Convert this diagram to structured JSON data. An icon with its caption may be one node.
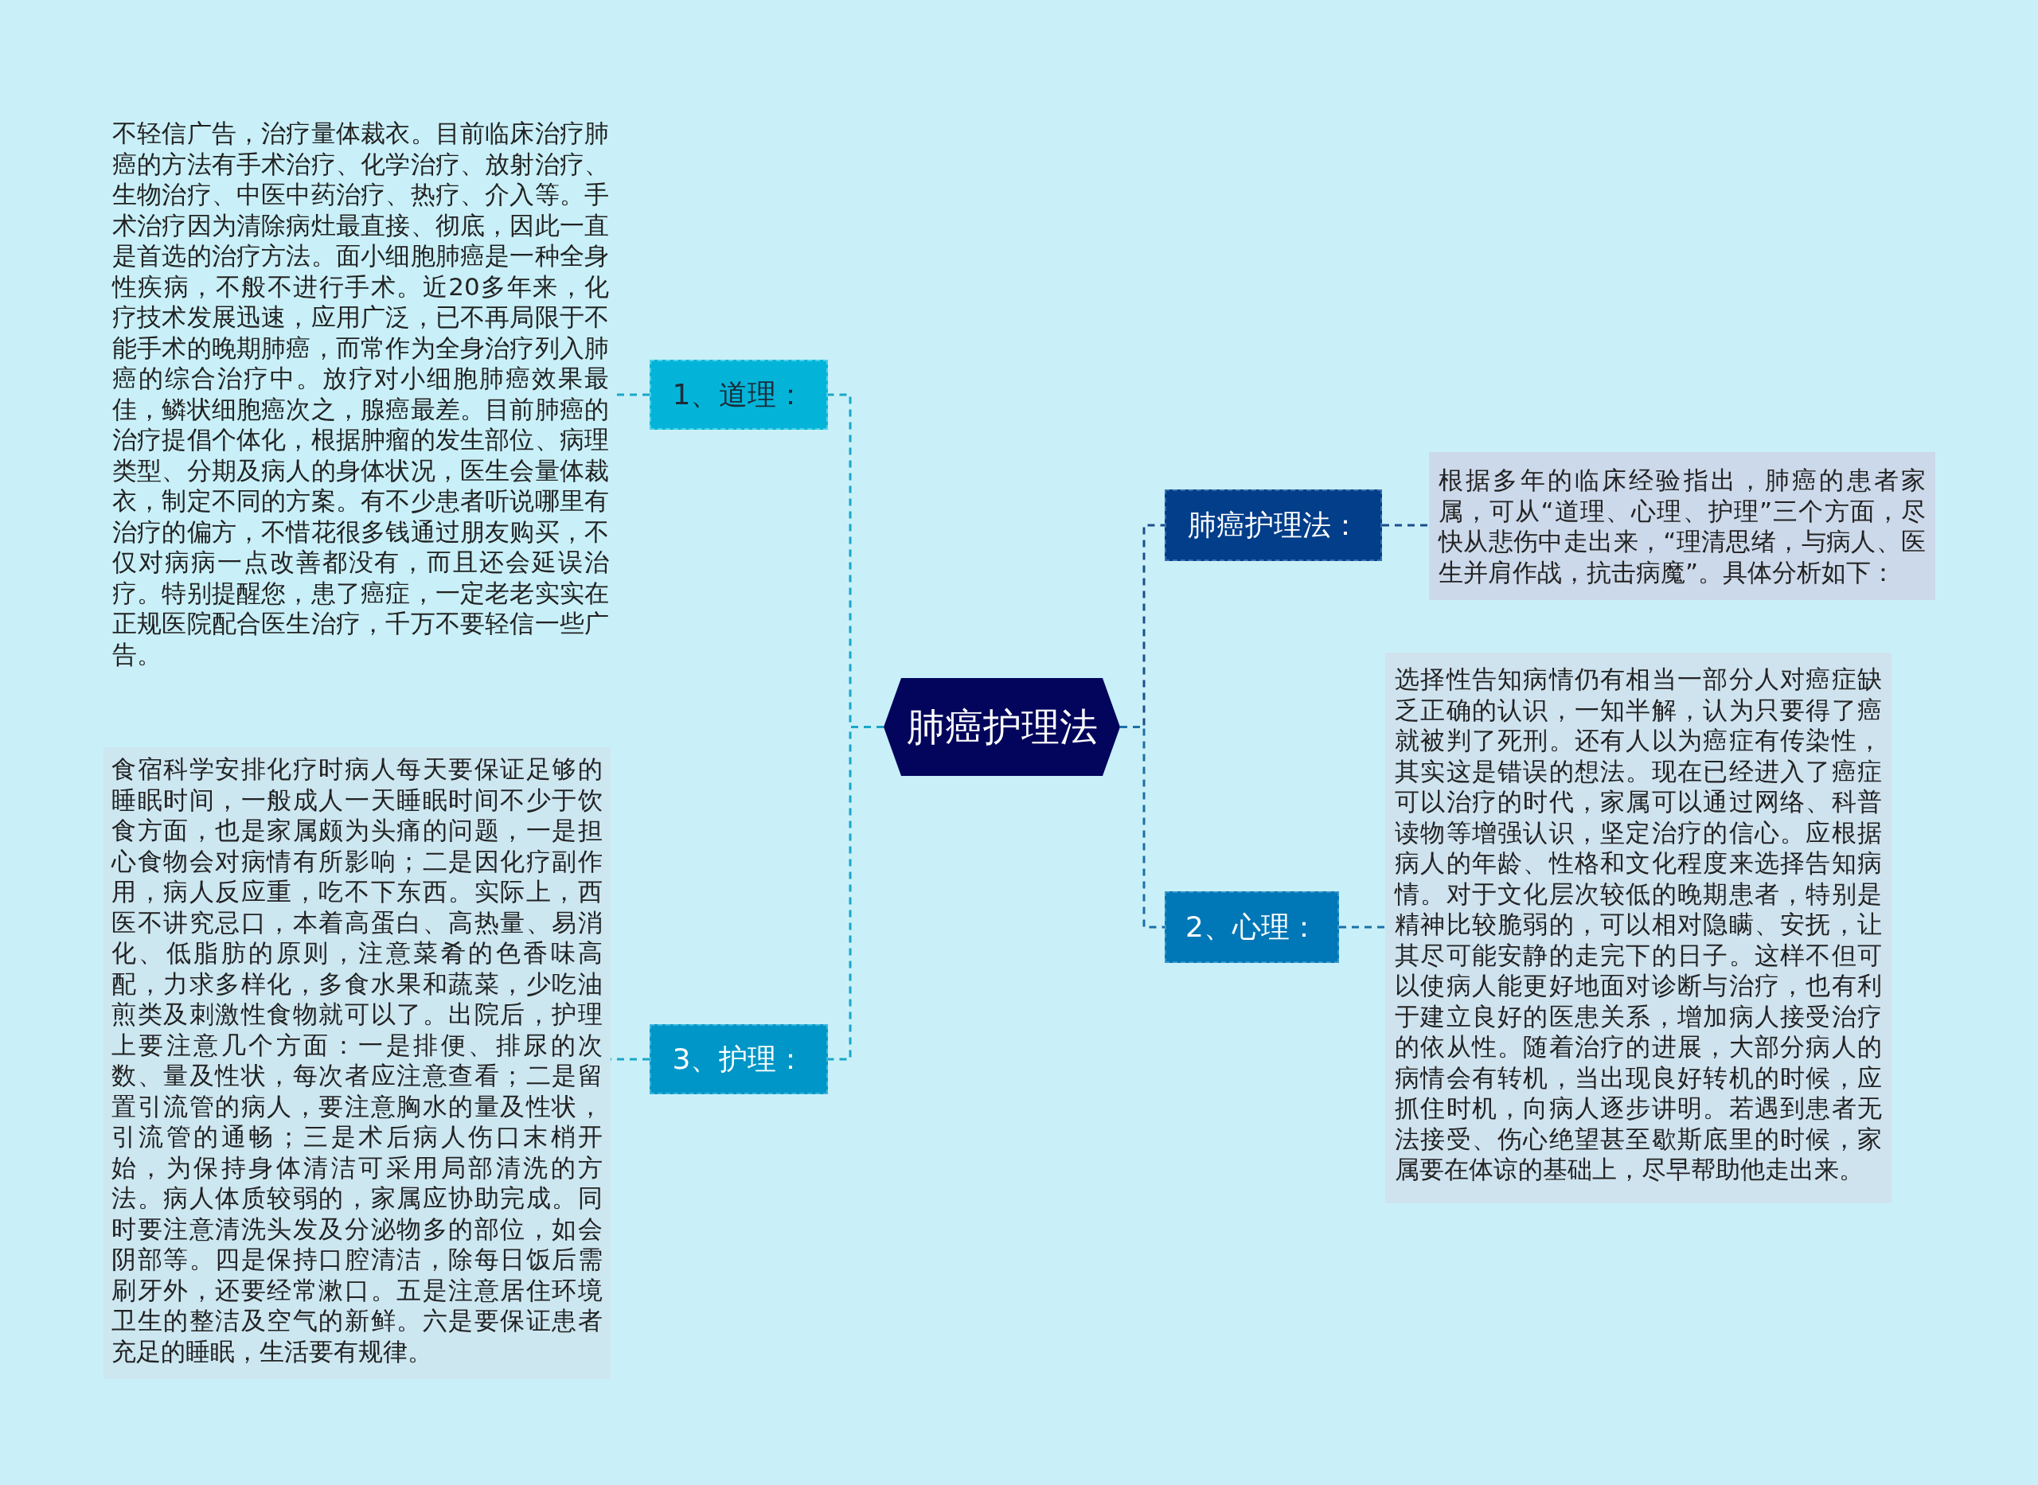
{
  "diagram": {
    "nodes": [
      {
        "text": [
          "肺癌护理法"
        ]
      },
      {
        "text": [
          "1、道理："
        ]
      },
      {
        "text": [
          "不轻信广告，治疗量体裁衣。目前临床治疗肺癌的方法有手术治疗、化学治疗、放射治疗、生物治疗、中医中药治疗、热疗、介入等。手术治疗因为清除病灶最直接、彻底，因此一直是首选的治疗方法。面小细胞肺癌是一种全身性疾病，不般不进行手术。近20多年来，化疗技术发展迅速，应用广泛，已不再局限于不能手术的晚期肺癌，而常作为全身治疗列入肺癌的综合治疗中。放疗对小细胞肺癌效果最佳，鳞状细胞癌次之，腺癌最差。目前肺癌的治疗提倡个体化，根据肿瘤的发生部位、病理类型、分期及病人的身体状况，医生会量体裁衣，制定不同的方案。有不少患者听说哪里有治疗的偏方，不惜花很多钱通过朋友购买，不仅对病病一点改善都没有，而且还会延误治疗。特别提醒您，患了癌症，一定老老实实在正规医院配合医生治疗，千万不要轻信一些广告。"
        ]
      },
      {
        "text": [
          "3、护理："
        ]
      },
      {
        "text": [
          "食宿科学安排化疗时病人每天要保证足够的睡眠时间，一般成人一天睡眠时间不少于饮食方面，也是家属颇为头痛的问题，一是担心食物会对病情有所影响；二是因化疗副作用，病人反应重，吃不下东西。实际上，西医不讲究忌口，本着高蛋白、高热量、易消化、低脂肪的原则，注意菜肴的色香味高配，力求多样化，多食水果和蔬菜，少吃油煎类及刺激性食物就可以了。出院后，护理上要注意几个方面：一是排便、排尿的次数、量及性状，每次者应注意查看；二是留置引流管的病人，要注意胸水的量及性状，引流管的通畅；三是术后病人伤口末梢开始，为保持身体清洁可采用局部清洗的方法。病人体质较弱的，家属应协助完成。同时要注意清洗头发及分泌物多的部位，如会阴部等。四是保持口腔清洁，除每日饭后需刷牙外，还要经常漱口。五是注意居住环境卫生的整洁及空气的新鲜。六是要保证患者充足的睡眠，生活要有规律。"
        ]
      },
      {
        "text": [
          "肺癌护理法："
        ]
      },
      {
        "text": [
          "根据多年的临床经验指出，肺癌的患者家属，可从“道理、心理、护理”三个方面，尽快从悲伤中走出来，“理清思绪，与病人、医生并肩作战，抗击病魔”。具体分析如下："
        ]
      },
      {
        "text": [
          "2、心理："
        ]
      },
      {
        "text": [
          "选择性告知病情仍有相当一部分人对癌症缺乏正确的认识，一知半解，认为只要得了癌就被判了死刑。还有人以为癌症有传染性，其实这是错误的想法。现在已经进入了癌症可以治疗的时代，家属可以通过网络、科普读物等增强认识，坚定治疗的信心。应根据病人的年龄、性格和文化程度来选择告知病情。对于文化层次较低的晚期患者，特别是精神比较脆弱的，可以相对隐瞒、安抚，让其尽可能安静的走完下的日子。这样不但可以使病人能更好地面对诊断与治疗，也有利于建立良好的医患关系，增加病人接受治疗的依从性。随着治疗的进展，大部分病人的病情会有转机，当出现良好转机的时候，应抓住时机，向病人逐步讲明。若遇到患者无法接受、伤心绝望甚至歇斯底里的时候，家属要在体谅的基础上，尽早帮助他走出来。"
        ]
      }
    ],
    "edges": [
      {
        "from": 0,
        "to": 1,
        "arrow": "none",
        "style": "dashed",
        "color": "#1aa6c8"
      },
      {
        "from": 1,
        "to": 2,
        "arrow": "none",
        "style": "dashed",
        "color": "#1aa6c8"
      },
      {
        "from": 0,
        "to": 3,
        "arrow": "none",
        "style": "dashed",
        "color": "#1aa6c8"
      },
      {
        "from": 3,
        "to": 4,
        "arrow": "none",
        "style": "dashed",
        "color": "#1aa6c8"
      },
      {
        "from": 0,
        "to": 5,
        "arrow": "none",
        "style": "dashed",
        "color": "#1d4e8c"
      },
      {
        "from": 5,
        "to": 6,
        "arrow": "none",
        "style": "dashed",
        "color": "#1d4e8c"
      },
      {
        "from": 0,
        "to": 7,
        "arrow": "none",
        "style": "dashed",
        "color": "#1d6fa8"
      },
      {
        "from": 7,
        "to": 8,
        "arrow": "none",
        "style": "dashed",
        "color": "#1d6fa8"
      }
    ]
  }
}
